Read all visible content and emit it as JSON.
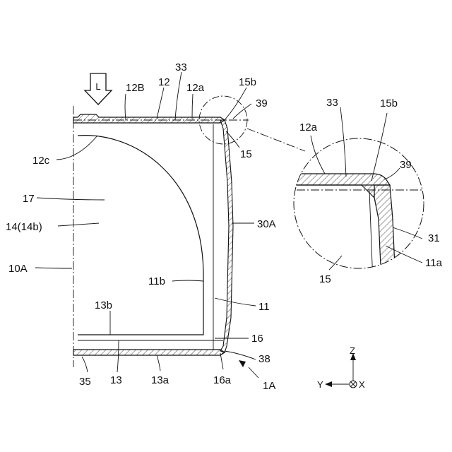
{
  "figure": {
    "arrow_label": "L",
    "labels": {
      "l_12B": "12B",
      "l_12": "12",
      "l_33": "33",
      "l_12a": "12a",
      "l_15b": "15b",
      "l_39": "39",
      "l_15": "15",
      "l_12c": "12c",
      "l_17": "17",
      "l_14": "14(14b)",
      "l_30A": "30A",
      "l_10A": "10A",
      "l_11b": "11b",
      "l_11": "11",
      "l_13b": "13b",
      "l_16": "16",
      "l_38": "38",
      "l_35": "35",
      "l_13": "13",
      "l_13a": "13a",
      "l_16a": "16a",
      "l_1A": "1A"
    },
    "detail": {
      "l_33": "33",
      "l_15b": "15b",
      "l_12a": "12a",
      "l_39": "39",
      "l_31": "31",
      "l_11a": "11a",
      "l_15": "15"
    },
    "axes": {
      "z": "Z",
      "y": "Y",
      "x": "X"
    }
  }
}
